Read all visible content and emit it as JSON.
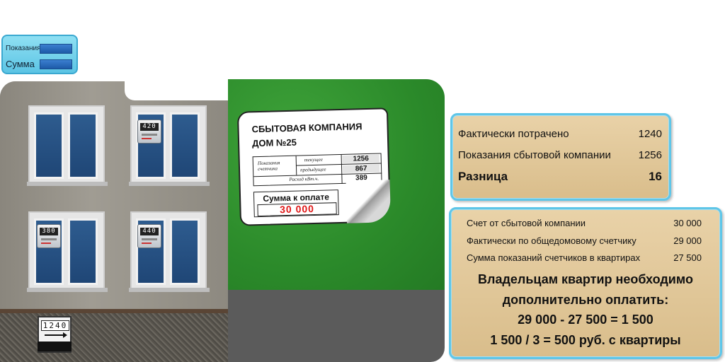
{
  "legend": {
    "readings_label": "Показания",
    "sum_label": "Сумма"
  },
  "meters": {
    "apt_top_right": "420",
    "apt_bottom_left": "380",
    "apt_bottom_right": "440",
    "building": "1240"
  },
  "bill": {
    "title": "СБЫТОВАЯ КОМПАНИЯ",
    "house": "ДОМ №25",
    "readings_label": "Показания счетчика",
    "current_label": "текущее",
    "previous_label": "предыдущее",
    "consumption_label": "Расход кВт.ч.",
    "current_value": "1256",
    "previous_value": "867",
    "consumption_value": "389",
    "pay_label": "Сумма к оплате",
    "pay_amount": "30 000"
  },
  "panel_compare": {
    "rows": [
      {
        "label": "Фактически потрачено",
        "value": "1240"
      },
      {
        "label": "Показания сбытовой компании",
        "value": "1256"
      },
      {
        "label": "Разница",
        "value": "16"
      }
    ]
  },
  "panel_calc": {
    "rows": [
      {
        "label": "Счет от сбытовой компании",
        "value": "30 000"
      },
      {
        "label": "Фактически по общедомовому счетчику",
        "value": "29 000"
      },
      {
        "label": "Сумма показаний счетчиков в квартирах",
        "value": "27 500"
      }
    ],
    "note_line1": "Владельцам квартир необходимо",
    "note_line2": "дополнительно оплатить:",
    "note_line3": "29 000 - 27 500 = 1 500",
    "note_line4": "1 500 / 3 = 500 руб. с квартиры"
  }
}
